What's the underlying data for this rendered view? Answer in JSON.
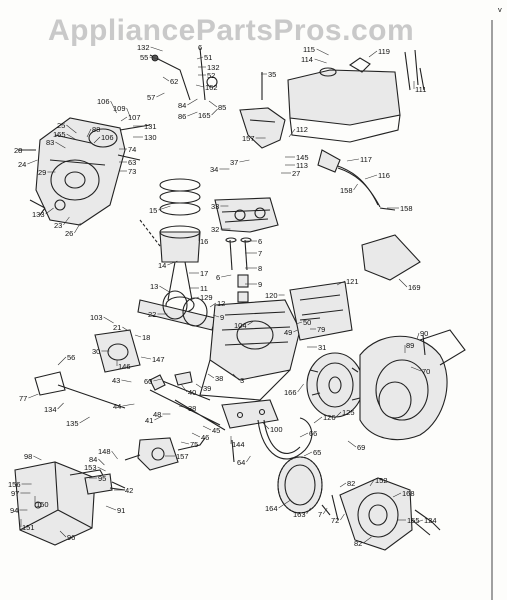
{
  "watermark": "AppliancePartsPros.com",
  "corner_mark": "v",
  "callouts": [
    {
      "id": "c1",
      "text": "132"
    },
    {
      "id": "c2",
      "text": "6"
    },
    {
      "id": "c3",
      "text": "55"
    },
    {
      "id": "c4",
      "text": "51"
    },
    {
      "id": "c5",
      "text": "132"
    },
    {
      "id": "c6",
      "text": "52"
    },
    {
      "id": "c7",
      "text": "62"
    },
    {
      "id": "c8",
      "text": "162"
    },
    {
      "id": "c9",
      "text": "57"
    },
    {
      "id": "c10",
      "text": "84"
    },
    {
      "id": "c11",
      "text": "86"
    },
    {
      "id": "c12",
      "text": "165"
    },
    {
      "id": "c13",
      "text": "85"
    },
    {
      "id": "c14",
      "text": "35"
    },
    {
      "id": "c15",
      "text": "115"
    },
    {
      "id": "c16",
      "text": "114"
    },
    {
      "id": "c17",
      "text": "119"
    },
    {
      "id": "c18",
      "text": "111"
    },
    {
      "id": "c19",
      "text": "106"
    },
    {
      "id": "c20",
      "text": "109"
    },
    {
      "id": "c21",
      "text": "107"
    },
    {
      "id": "c22",
      "text": "131"
    },
    {
      "id": "c23",
      "text": "130"
    },
    {
      "id": "c24",
      "text": "25"
    },
    {
      "id": "c25",
      "text": "165"
    },
    {
      "id": "c26",
      "text": "88"
    },
    {
      "id": "c27",
      "text": "106"
    },
    {
      "id": "c28",
      "text": "83"
    },
    {
      "id": "c29",
      "text": "28"
    },
    {
      "id": "c30",
      "text": "24"
    },
    {
      "id": "c31",
      "text": "74"
    },
    {
      "id": "c32",
      "text": "63"
    },
    {
      "id": "c33",
      "text": "73"
    },
    {
      "id": "c34",
      "text": "29"
    },
    {
      "id": "c35",
      "text": "157"
    },
    {
      "id": "c36",
      "text": "112"
    },
    {
      "id": "c37",
      "text": "37"
    },
    {
      "id": "c38",
      "text": "145"
    },
    {
      "id": "c39",
      "text": "113"
    },
    {
      "id": "c40",
      "text": "117"
    },
    {
      "id": "c41",
      "text": "27"
    },
    {
      "id": "c42",
      "text": "34"
    },
    {
      "id": "c43",
      "text": "116"
    },
    {
      "id": "c44",
      "text": "158"
    },
    {
      "id": "c45",
      "text": "158"
    },
    {
      "id": "c46",
      "text": "133"
    },
    {
      "id": "c47",
      "text": "23"
    },
    {
      "id": "c48",
      "text": "26"
    },
    {
      "id": "c49",
      "text": "15"
    },
    {
      "id": "c50",
      "text": "33"
    },
    {
      "id": "c51",
      "text": "32"
    },
    {
      "id": "c52",
      "text": "16"
    },
    {
      "id": "c53",
      "text": "6"
    },
    {
      "id": "c54",
      "text": "14"
    },
    {
      "id": "c55",
      "text": "17"
    },
    {
      "id": "c56",
      "text": "7"
    },
    {
      "id": "c57",
      "text": "8"
    },
    {
      "id": "c58",
      "text": "6"
    },
    {
      "id": "c59",
      "text": "9"
    },
    {
      "id": "c60",
      "text": "169"
    },
    {
      "id": "c61",
      "text": "121"
    },
    {
      "id": "c62",
      "text": "11"
    },
    {
      "id": "c63",
      "text": "120"
    },
    {
      "id": "c64",
      "text": "13"
    },
    {
      "id": "c65",
      "text": "129"
    },
    {
      "id": "c66",
      "text": "22"
    },
    {
      "id": "c67",
      "text": "12"
    },
    {
      "id": "c68",
      "text": "9"
    },
    {
      "id": "c69",
      "text": "103"
    },
    {
      "id": "c70",
      "text": "21"
    },
    {
      "id": "c71",
      "text": "104"
    },
    {
      "id": "c72",
      "text": "50"
    },
    {
      "id": "c73",
      "text": "49"
    },
    {
      "id": "c74",
      "text": "79"
    },
    {
      "id": "c75",
      "text": "90"
    },
    {
      "id": "c76",
      "text": "18"
    },
    {
      "id": "c77",
      "text": "56"
    },
    {
      "id": "c78",
      "text": "30"
    },
    {
      "id": "c79",
      "text": "147"
    },
    {
      "id": "c80",
      "text": "146"
    },
    {
      "id": "c81",
      "text": "31"
    },
    {
      "id": "c82",
      "text": "89"
    },
    {
      "id": "c83",
      "text": "70"
    },
    {
      "id": "c84",
      "text": "43"
    },
    {
      "id": "c85",
      "text": "60"
    },
    {
      "id": "c86",
      "text": "40"
    },
    {
      "id": "c87",
      "text": "39"
    },
    {
      "id": "c88",
      "text": "38"
    },
    {
      "id": "c89",
      "text": "3"
    },
    {
      "id": "c90",
      "text": "77"
    },
    {
      "id": "c91",
      "text": "134"
    },
    {
      "id": "c92",
      "text": "44"
    },
    {
      "id": "c93",
      "text": "135"
    },
    {
      "id": "c94",
      "text": "41"
    },
    {
      "id": "c95",
      "text": "38"
    },
    {
      "id": "c96",
      "text": "48"
    },
    {
      "id": "c97",
      "text": "166"
    },
    {
      "id": "c98",
      "text": "100"
    },
    {
      "id": "c99",
      "text": "126"
    },
    {
      "id": "c100",
      "text": "125"
    },
    {
      "id": "c101",
      "text": "45"
    },
    {
      "id": "c102",
      "text": "46"
    },
    {
      "id": "c103",
      "text": "75"
    },
    {
      "id": "c104",
      "text": "144"
    },
    {
      "id": "c105",
      "text": "66"
    },
    {
      "id": "c106",
      "text": "69"
    },
    {
      "id": "c107",
      "text": "98"
    },
    {
      "id": "c108",
      "text": "148"
    },
    {
      "id": "c109",
      "text": "84"
    },
    {
      "id": "c110",
      "text": "153"
    },
    {
      "id": "c111",
      "text": "95"
    },
    {
      "id": "c112",
      "text": "157"
    },
    {
      "id": "c113",
      "text": "42"
    },
    {
      "id": "c114",
      "text": "64"
    },
    {
      "id": "c115",
      "text": "65"
    },
    {
      "id": "c116",
      "text": "156"
    },
    {
      "id": "c117",
      "text": "97"
    },
    {
      "id": "c118",
      "text": "150"
    },
    {
      "id": "c119",
      "text": "94"
    },
    {
      "id": "c120",
      "text": "91"
    },
    {
      "id": "c121",
      "text": "164"
    },
    {
      "id": "c122",
      "text": "163"
    },
    {
      "id": "c123",
      "text": "82"
    },
    {
      "id": "c124",
      "text": "152"
    },
    {
      "id": "c125",
      "text": "168"
    },
    {
      "id": "c126",
      "text": "7"
    },
    {
      "id": "c127",
      "text": "72"
    },
    {
      "id": "c128",
      "text": "155"
    },
    {
      "id": "c129",
      "text": "124"
    },
    {
      "id": "c130",
      "text": "151"
    },
    {
      "id": "c131",
      "text": "96"
    },
    {
      "id": "c132",
      "text": "82"
    }
  ]
}
